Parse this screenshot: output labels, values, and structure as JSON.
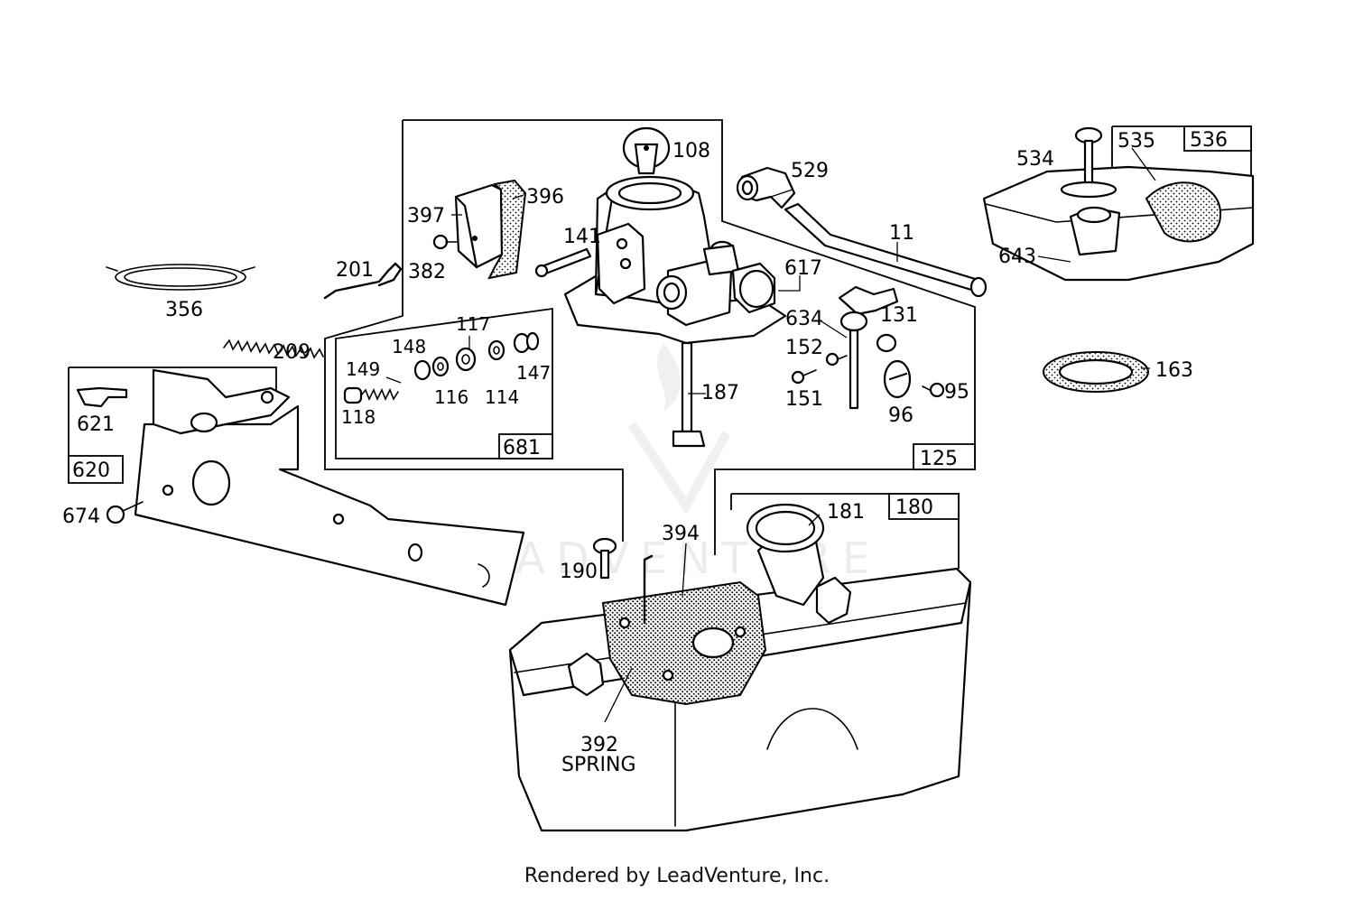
{
  "footer_text": "Rendered by LeadVenture, Inc.",
  "watermark_text": "LEADVENTURE",
  "group_labels": {
    "carburetor": "125",
    "choke_kit": "681",
    "control_bracket": "620",
    "fuel_tank": "180",
    "air_cleaner": "536"
  },
  "parts": {
    "p108": "108",
    "p396": "396",
    "p397": "397",
    "p382": "382",
    "p201": "201",
    "p141": "141",
    "p529": "529",
    "p11": "11",
    "p617": "617",
    "p634": "634",
    "p131": "131",
    "p152": "152",
    "p151": "151",
    "p95": "95",
    "p96": "96",
    "p187": "187",
    "p117": "117",
    "p148": "148",
    "p149": "149",
    "p147": "147",
    "p116": "116",
    "p114": "114",
    "p118": "118",
    "p356": "356",
    "p209": "209",
    "p621": "621",
    "p674": "674",
    "p534": "534",
    "p535": "535",
    "p643": "643",
    "p163": "163",
    "p394": "394",
    "p181": "181",
    "p190": "190",
    "p392": "392",
    "spring": "SPRING"
  }
}
